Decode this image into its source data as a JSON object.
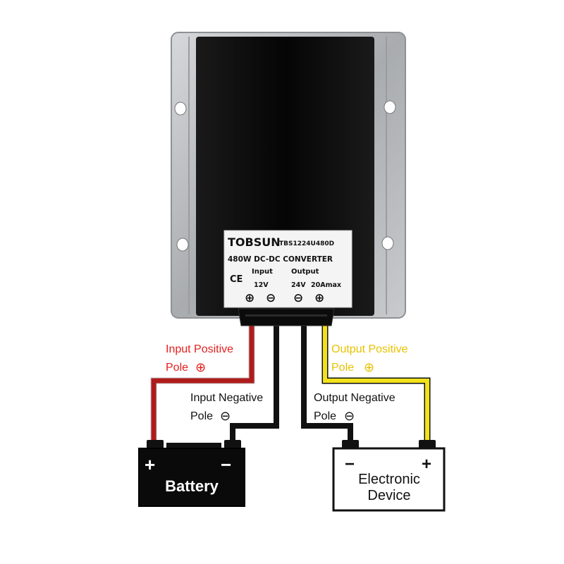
{
  "converter": {
    "brand": "TOBSUN",
    "model": "TBS1224U480D",
    "title": "480W DC-DC CONVERTER",
    "ce_mark": "CE",
    "input_header": "Input",
    "output_header": "Output",
    "input_voltage": "12V",
    "output_voltage": "24V",
    "output_current": "20Amax",
    "terminal_symbols": [
      "⊕",
      "⊖",
      "⊖",
      "⊕"
    ]
  },
  "labels": {
    "input_positive_line1": "Input Positive",
    "input_positive_line2": "Pole",
    "input_negative_line1": "Input Negative",
    "input_negative_line2": "Pole",
    "output_positive_line1": "Output Positive",
    "output_positive_line2": "Pole",
    "output_negative_line1": "Output Negative",
    "output_negative_line2": "Pole",
    "plus_symbol": "⊕",
    "minus_symbol": "⊖"
  },
  "battery": {
    "label": "Battery",
    "plus": "+",
    "minus": "−"
  },
  "device": {
    "label_line1": "Electronic",
    "label_line2": "Device",
    "plus": "+",
    "minus": "−"
  },
  "colors": {
    "positive_input_wire": "#e41f1f",
    "positive_output_wire": "#f2e21a",
    "negative_wire": "#111111",
    "input_label": "#e41f1f",
    "output_label": "#e8c200",
    "case_metal": "#b9bcbf",
    "case_body": "#0d0d0d"
  }
}
